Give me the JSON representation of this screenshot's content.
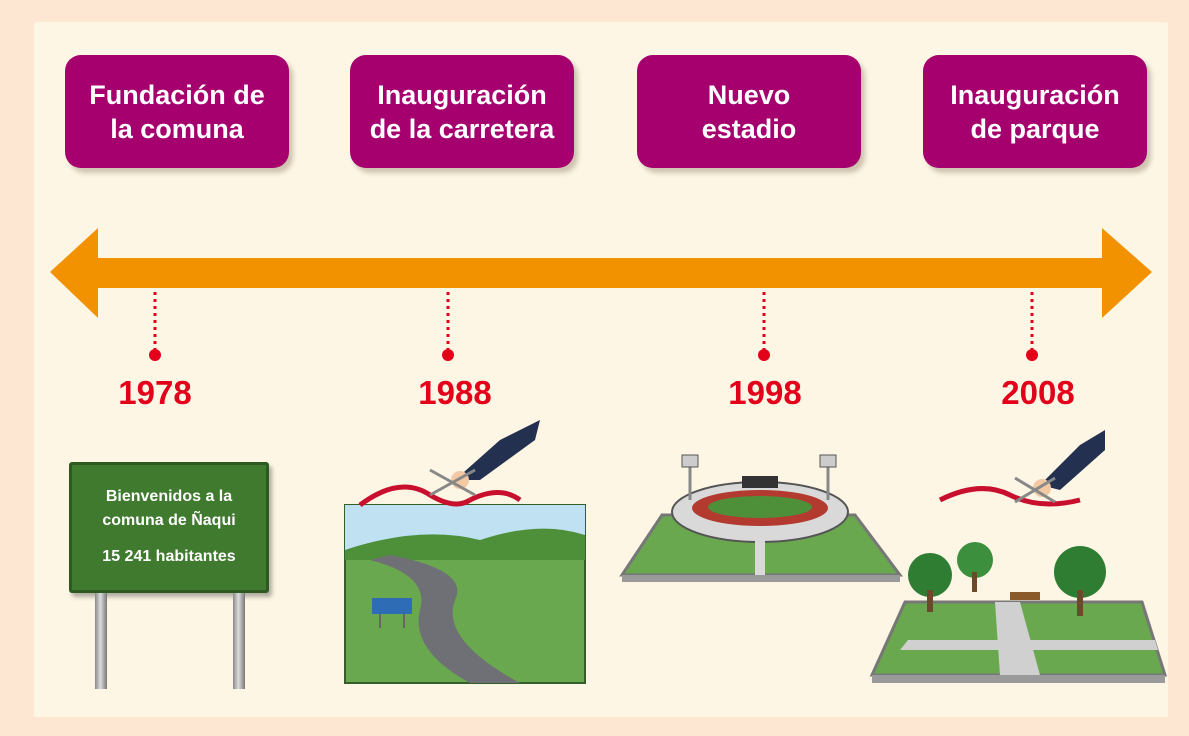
{
  "events": [
    {
      "label": "Fundación de\nla comuna",
      "year": "1978"
    },
    {
      "label": "Inauguración\nde la carretera",
      "year": "1988"
    },
    {
      "label": "Nuevo\nestadio",
      "year": "1998"
    },
    {
      "label": "Inauguración\nde parque",
      "year": "2008"
    }
  ],
  "sign": {
    "line1": "Bienvenidos a la",
    "line2": "comuna de Ñaqui",
    "line3": "15 241 habitantes"
  },
  "colors": {
    "event_box": "#a5006e",
    "arrow": "#f39200",
    "year_text": "#e2001a",
    "connector": "#e2001a",
    "sign": "#3f7a2f"
  },
  "illustrations": [
    "sign-post-illustration",
    "road-ribbon-cutting-illustration",
    "stadium-illustration",
    "park-ribbon-cutting-illustration"
  ]
}
